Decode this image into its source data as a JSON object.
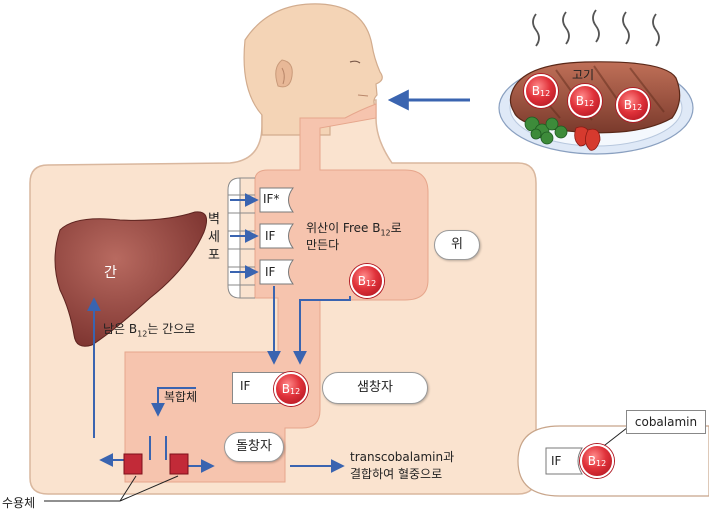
{
  "meat_label": "고기",
  "b12_base": "B",
  "b12_sub": "12",
  "if_label": "IF",
  "if_star_label": "IF*",
  "wall_cell_label": [
    "벽",
    "세",
    "포"
  ],
  "stomach_note_line1_pre": "위산이 Free B",
  "stomach_note_line1_post": "로",
  "stomach_note_line2": "만든다",
  "stomach_label": "위",
  "liver_label": "간",
  "liver_note_pre": "남은 B",
  "liver_note_post": "는 간으로",
  "pancreas_label": "샘창자",
  "complex_label": "복합체",
  "ileum_label": "돌창자",
  "transport_line1": "transcobalamin과",
  "transport_line2": "결합하여 혈중으로",
  "receptor_label": "수용체",
  "cobalamin_label": "cobalamin",
  "colors": {
    "body_fill": "#fae3cf",
    "body_outline": "#d9b79e",
    "skin": "#f4d4b6",
    "tract": "#f6c4ae",
    "arrow": "#3a64b0",
    "liver": "#9c4a44",
    "b12_red": "#d8252e"
  }
}
